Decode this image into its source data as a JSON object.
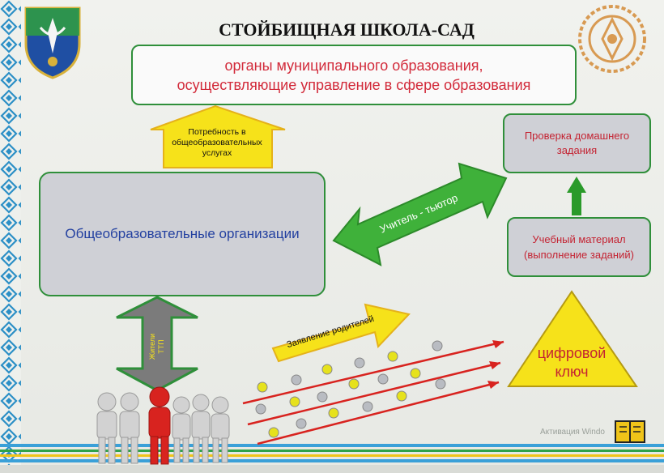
{
  "title": "СТОЙБИЩНАЯ ШКОЛА-САД",
  "top_box": {
    "line1": "органы муниципального образования,",
    "line2": "осуществляющие управление в сфере образования"
  },
  "up_arrow_label": {
    "line1": "Потребность в",
    "line2": "общеобразовательных",
    "line3": "услугах"
  },
  "org_box_label": "Общеобразовательные организации",
  "tutor_arrow_label": "Учитель - тьютор",
  "check_box": {
    "line1": "Проверка домашнего",
    "line2": "задания"
  },
  "material_box": {
    "line1": "Учебный материал",
    "line2": "(выполнение заданий)"
  },
  "residents_arrow": {
    "line1": "Жители",
    "line2": "ТТП"
  },
  "parents_arrow_label": "Заявление родителей",
  "digital_key": {
    "line1": "цифровой",
    "line2": "ключ"
  },
  "watermark": "Активация Windo",
  "colors": {
    "frame_green": "#2f8f3a",
    "arrow_green": "#3fb13a",
    "arrow_yellow": "#f6e21a",
    "text_red": "#d22a3a",
    "text_blue": "#2340a0",
    "dot_yellow": "#e6e21c",
    "dot_grey": "#b9bcc2",
    "figure_red": "#d8231f"
  },
  "icons": [
    "coat-of-arms-icon",
    "ornament-emblem-icon",
    "book-icon",
    "people-group-icon"
  ]
}
